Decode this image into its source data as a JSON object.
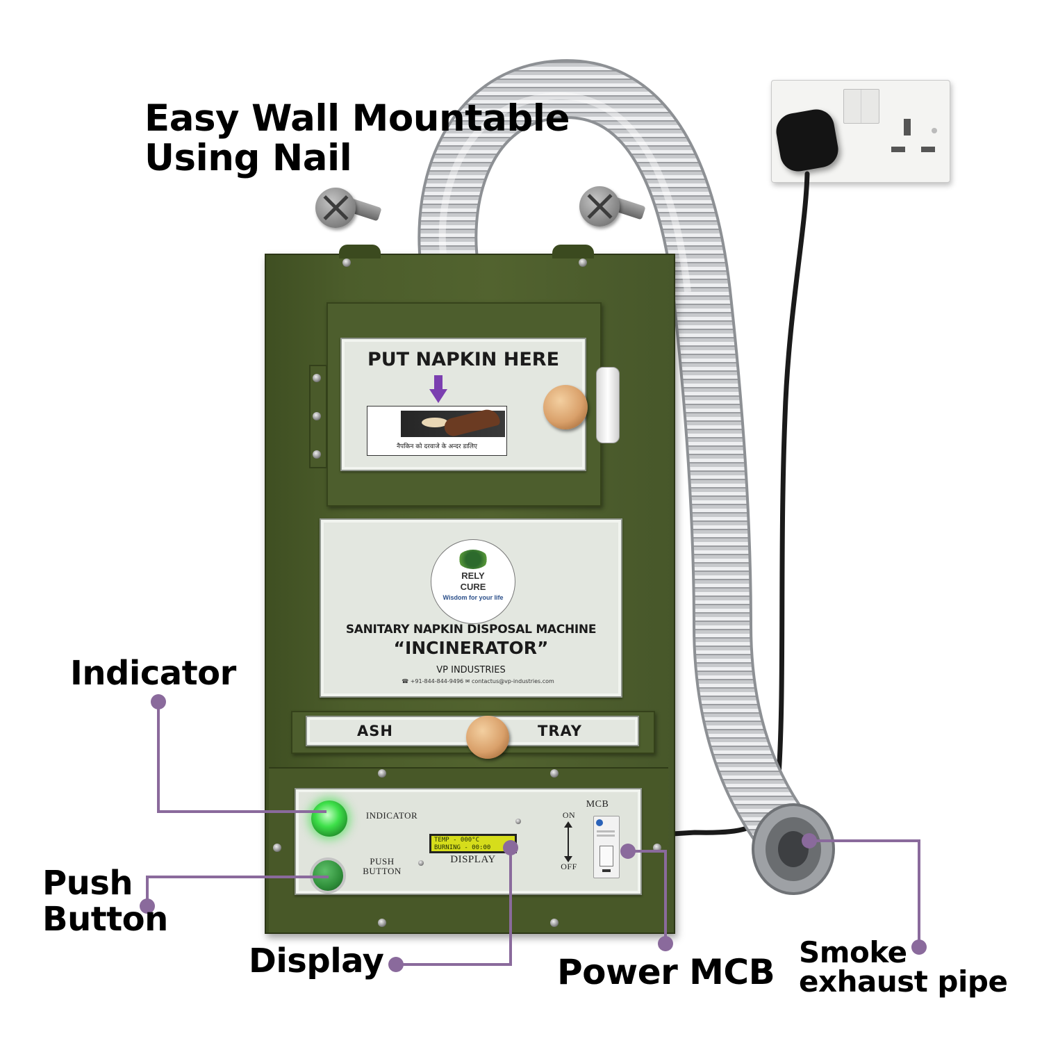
{
  "callouts": {
    "wall_mount_line1": "Easy Wall Mountable",
    "wall_mount_line2": "Using Nail",
    "indicator": "Indicator",
    "push_button_line1": "Push",
    "push_button_line2": "Button",
    "display": "Display",
    "power_mcb": "Power MCB",
    "smoke_line1": "Smoke",
    "smoke_line2": "exhaust pipe"
  },
  "machine": {
    "napkin_plate_title": "PUT NAPKIN HERE",
    "napkin_plate_hindi": "नैपकिन को दरवाजे के अन्दर डालिए",
    "logo_line1": "RELY",
    "logo_line2": "CURE",
    "logo_tagline": "Wisdom for your life",
    "label_title": "SANITARY NAPKIN DISPOSAL MACHINE",
    "label_subtitle": "“INCINERATOR”",
    "label_company": "VP INDUSTRIES",
    "label_contact_phone": "+91-844-844-9496",
    "label_contact_email": "contactus@vp-industries.com",
    "tray_left": "ASH",
    "tray_right": "TRAY",
    "panel_indicator": "INDICATOR",
    "panel_push_line1": "PUSH",
    "panel_push_line2": "BUTTON",
    "panel_display": "DISPLAY",
    "lcd_line1": "TEMP - 000°C",
    "lcd_line2": "BURNING - 00:00",
    "mcb_title": "MCB",
    "mcb_on": "ON",
    "mcb_off": "OFF"
  },
  "colors": {
    "machine_body": "#4a5a2a",
    "callout_line": "#8a6a9c",
    "indicator_light": "#3ee04a",
    "push_button": "#2f8f3a",
    "lcd": "#d6dd1b"
  }
}
